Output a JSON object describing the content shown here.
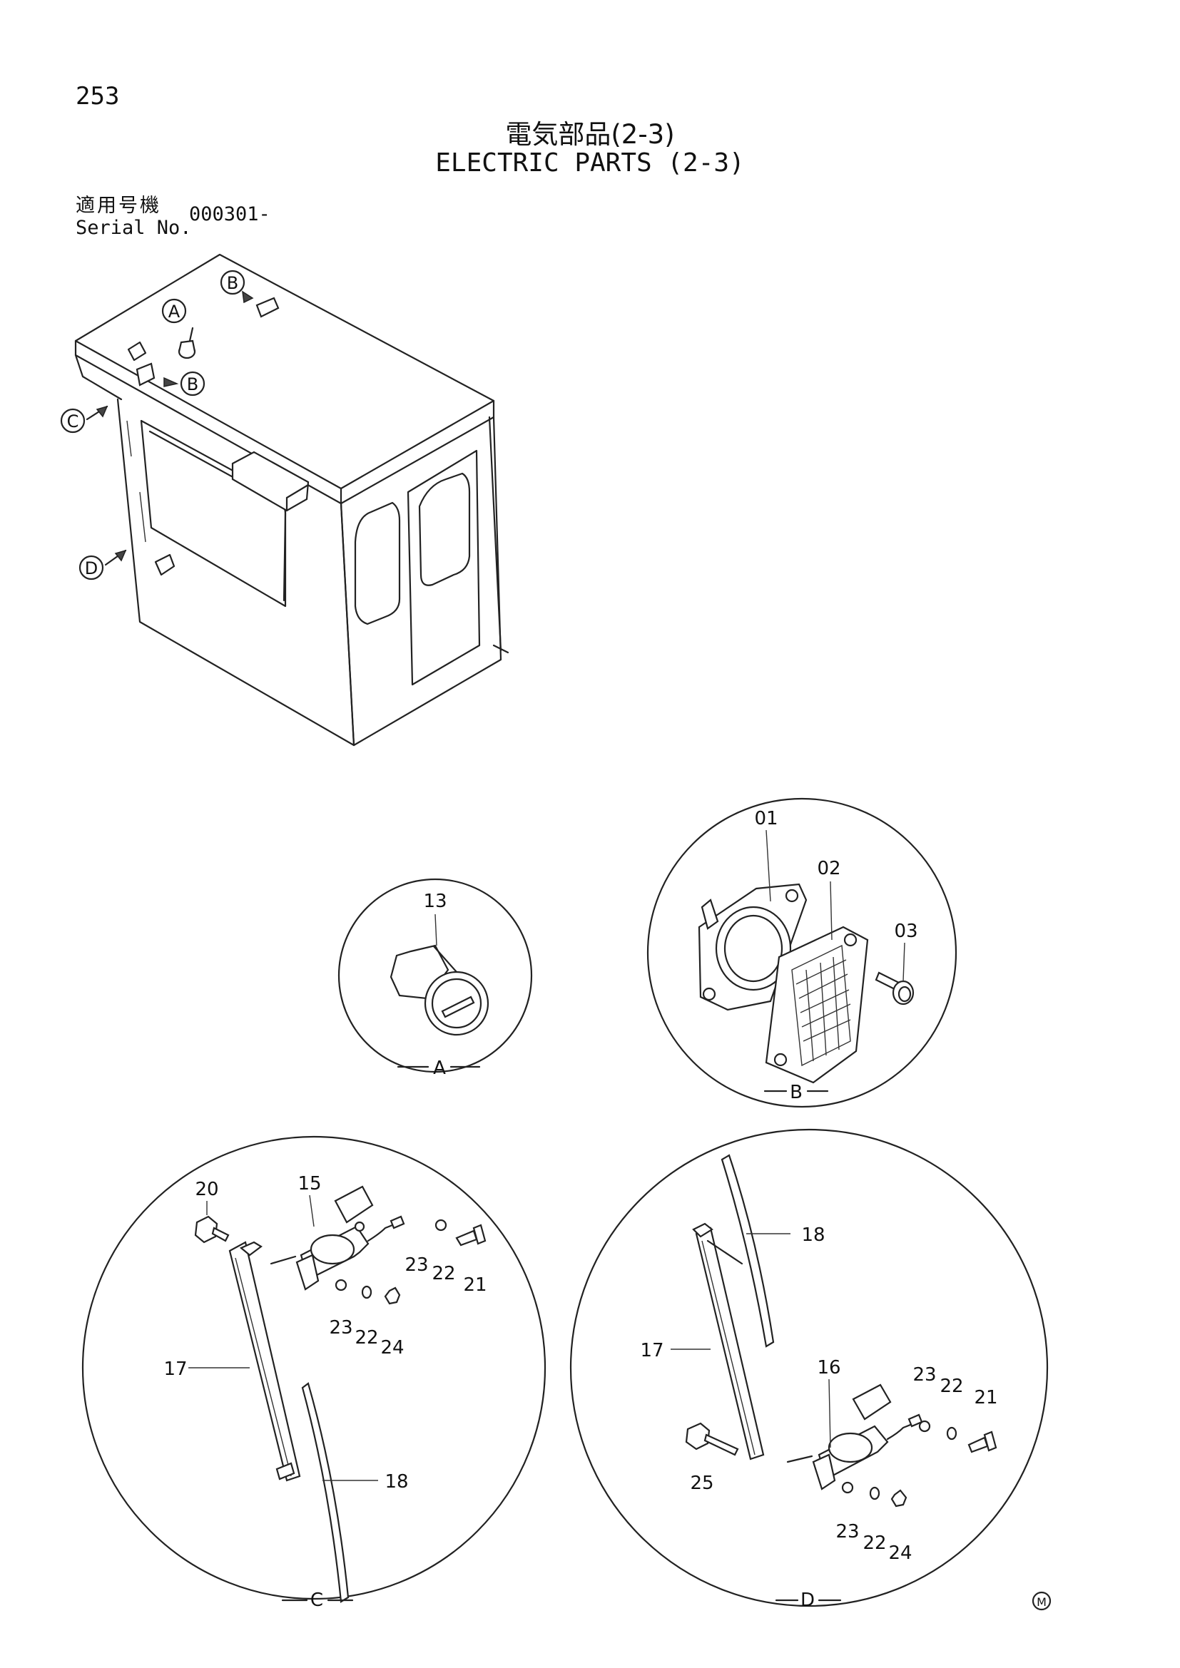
{
  "page_number": "253",
  "title_jp": "電気部品(2-3)",
  "title_en": "ELECTRIC PARTS (2-3)",
  "serial": {
    "label_jp": "適用号機",
    "label_en": "Serial No.",
    "value": "000301-"
  },
  "overview_callouts": [
    "A",
    "B",
    "B",
    "C",
    "D"
  ],
  "details": {
    "A": {
      "label": "A",
      "parts": [
        "13"
      ]
    },
    "B": {
      "label": "B",
      "parts": [
        "01",
        "02",
        "03"
      ]
    },
    "C": {
      "label": "C",
      "parts": [
        "20",
        "15",
        "23",
        "22",
        "21",
        "23",
        "22",
        "24",
        "17",
        "18"
      ]
    },
    "D": {
      "label": "D",
      "parts": [
        "18",
        "17",
        "16",
        "23",
        "22",
        "21",
        "25",
        "23",
        "22",
        "24"
      ]
    }
  },
  "mark": "M"
}
